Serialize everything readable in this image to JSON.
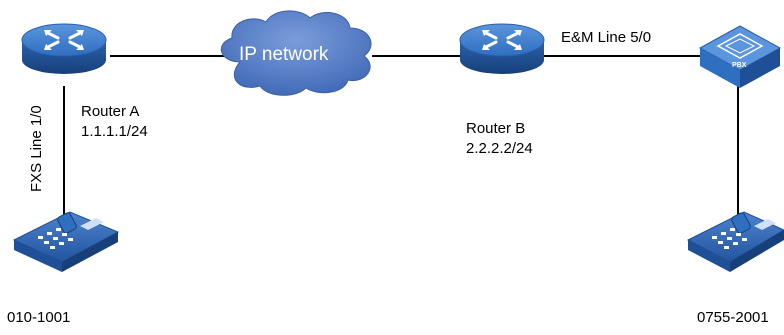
{
  "diagram": {
    "cloud_label": "IP network",
    "router_a": {
      "name": "Router A",
      "ip": "1.1.1.1/24"
    },
    "router_b": {
      "name": "Router B",
      "ip": "2.2.2.2/24"
    },
    "fxs_line": "FXS Line 1/0",
    "em_line": "E&M Line 5/0",
    "pbx_label": "PBX",
    "phone_left_number": "010-1001",
    "phone_right_number": "0755-2001",
    "colors": {
      "device_blue": "#2e6fc0",
      "device_dark": "#1f4f96",
      "cloud_blue": "#4f79c4",
      "line": "#000000"
    }
  }
}
